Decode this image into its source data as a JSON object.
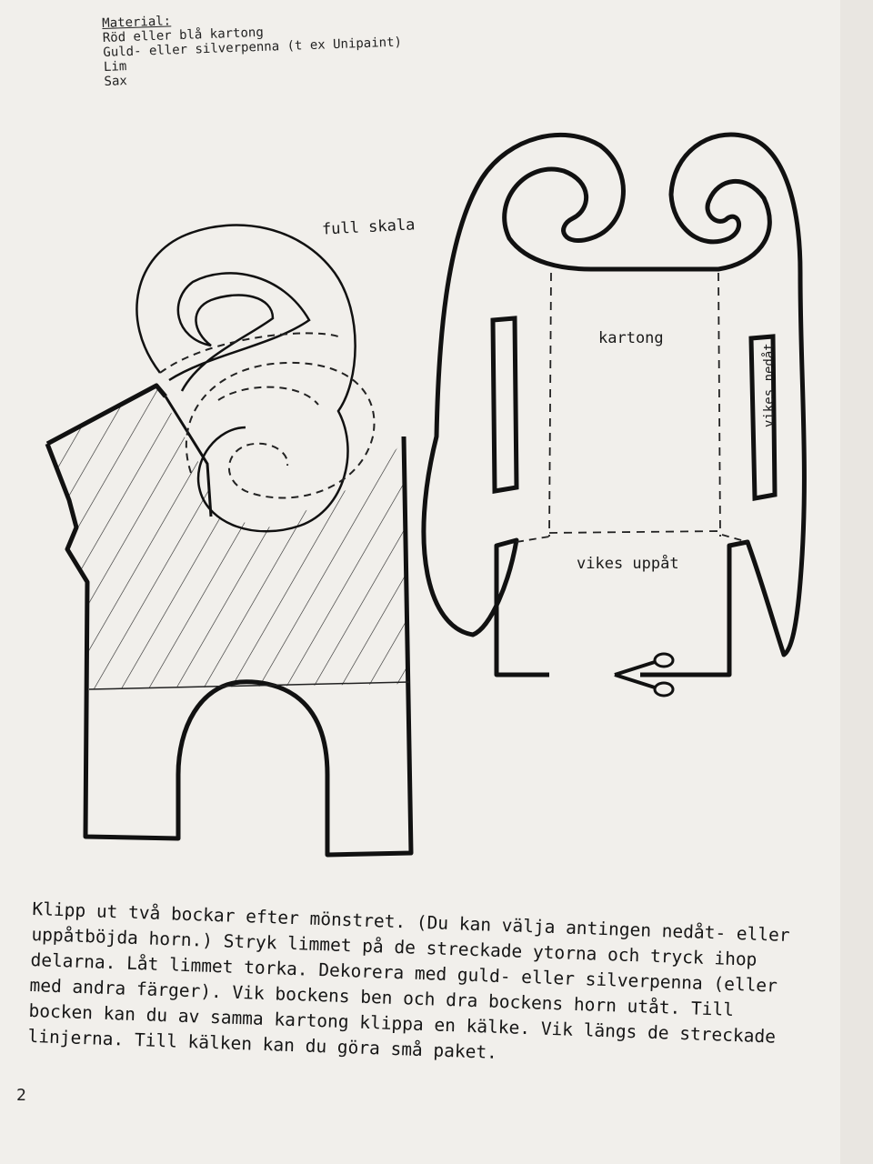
{
  "materials": {
    "heading": "Material:",
    "items": [
      "Röd eller blå kartong",
      "Guld- eller silverpenna (t ex Unipaint)",
      "Lim",
      "Sax"
    ]
  },
  "labels": {
    "full_scale": "full skala",
    "cardboard": "kartong",
    "fold_up": "vikes uppåt",
    "fold_down": "vikes nedåt"
  },
  "instructions": [
    "Klipp ut två bockar efter mönstret. (Du kan välja antingen nedåt- eller",
    "uppåtböjda horn.) Stryk limmet på de streckade ytorna och tryck ihop",
    "delarna. Låt limmet torka. Dekorera med guld- eller silverpenna (eller",
    "med andra färger). Vik bockens ben och dra bockens horn utåt. Till",
    "bocken kan du av samma kartong klippa en kälke. Vik längs de streckade",
    "linjerna. Till kälken kan du göra små paket."
  ],
  "page_number": "2",
  "icons": [
    "scissors-icon"
  ],
  "colors": {
    "paper": "#f1efeb",
    "ink": "#161616",
    "table": "#6b5238"
  }
}
